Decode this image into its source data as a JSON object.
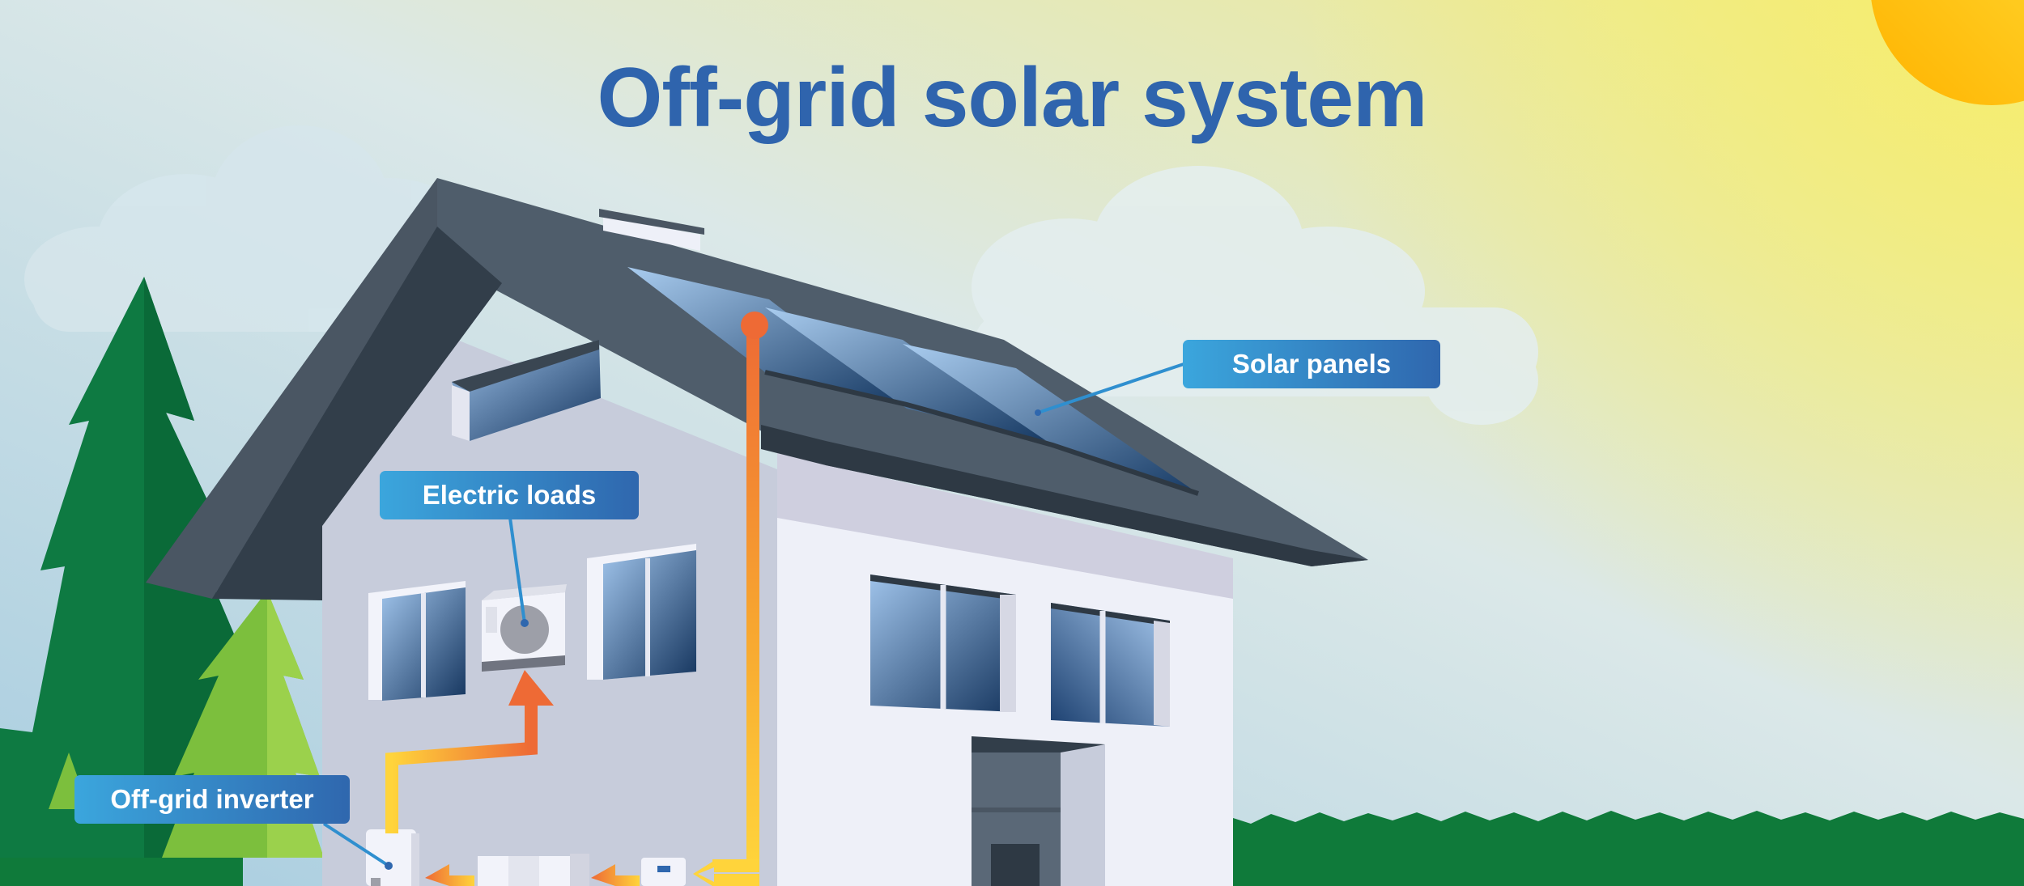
{
  "title": "Off-grid solar system",
  "callouts": {
    "solar_panels": "Solar panels",
    "electric_loads": "Electric loads",
    "offgrid_inverter": "Off-grid inverter"
  },
  "colors": {
    "title": "#2f64ad",
    "callout_start": "#3ba6dd",
    "callout_end": "#2f67ae",
    "power_line_orange": "#ee6a35",
    "power_line_yellow": "#ffd43b",
    "roof": "#4d5a68",
    "grass": "#0f7a3a",
    "sun": "#ffc21a"
  }
}
